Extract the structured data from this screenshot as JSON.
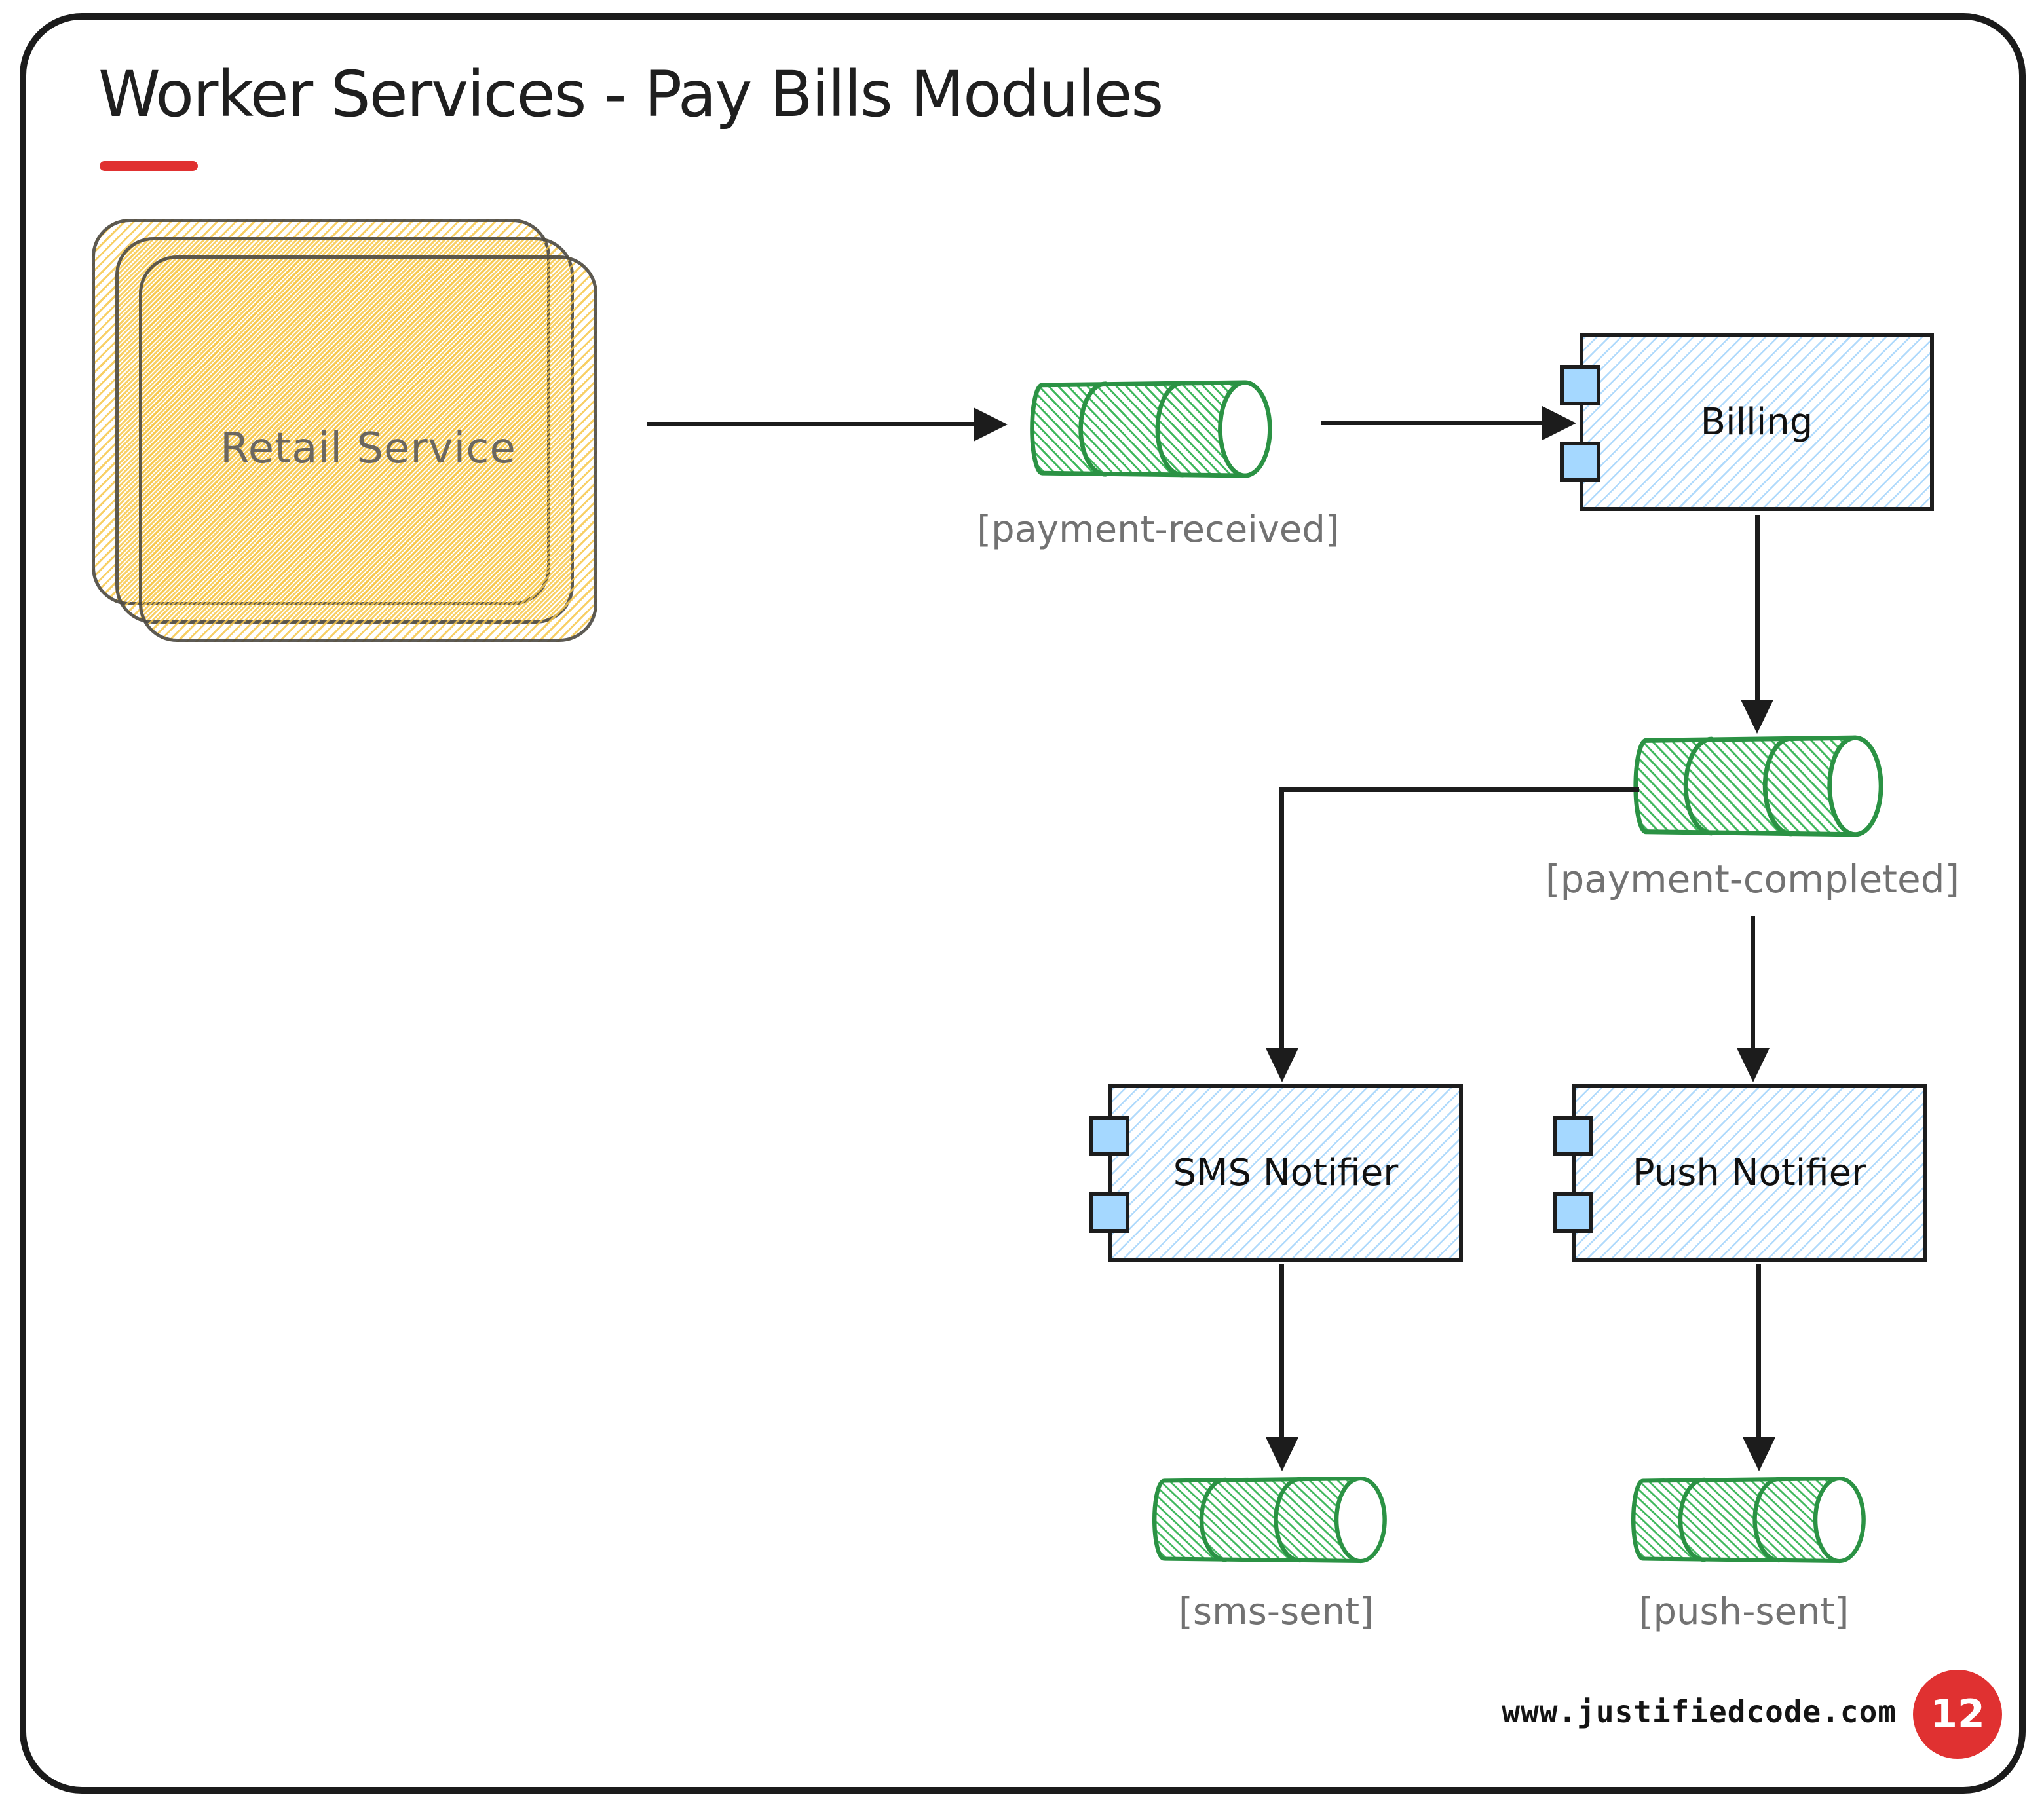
{
  "title": {
    "text": "Worker Services - Pay Bills Modules"
  },
  "nodes": {
    "retail_service": {
      "label": "Retail Service",
      "kind": "stacked-external-service"
    },
    "billing": {
      "label": "Billing",
      "kind": "component"
    },
    "sms_notifier": {
      "label": "SMS Notifier",
      "kind": "component"
    },
    "push_notifier": {
      "label": "Push Notifier",
      "kind": "component"
    }
  },
  "queues": {
    "payment_received": {
      "label": "[payment-received]"
    },
    "payment_completed": {
      "label": "[payment-completed]"
    },
    "sms_sent": {
      "label": "[sms-sent]"
    },
    "push_sent": {
      "label": "[push-sent]"
    }
  },
  "edges": [
    {
      "from": "retail-service",
      "to": "payment-received-queue"
    },
    {
      "from": "payment-received-queue",
      "to": "billing"
    },
    {
      "from": "billing",
      "to": "payment-completed-queue"
    },
    {
      "from": "payment-completed-queue",
      "to": "sms-notifier"
    },
    {
      "from": "payment-completed-queue",
      "to": "push-notifier"
    },
    {
      "from": "sms-notifier",
      "to": "sms-sent-queue"
    },
    {
      "from": "push-notifier",
      "to": "push-sent-queue"
    }
  ],
  "footer": {
    "website": "www.justifiedcode.com",
    "page_number": "12"
  },
  "colors": {
    "ink": "#1e1e1e",
    "queue_green": "#2b9244",
    "queue_hatch_green": "#3db75b",
    "component_blue": "#a5d8ff",
    "service_yellow": "#f7c74a",
    "label_gray": "#727272",
    "accent_red": "#e03131"
  }
}
